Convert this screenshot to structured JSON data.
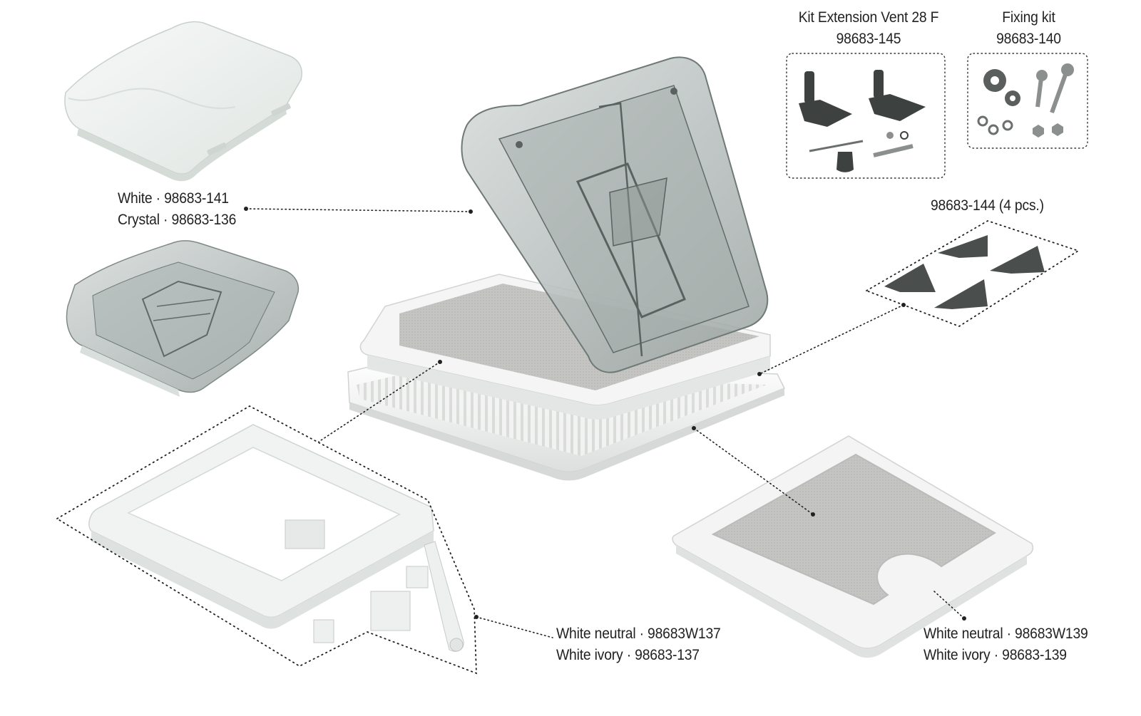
{
  "labels": {
    "cover": {
      "line1": "White · 98683-141",
      "line2": "Crystal · 98683-136"
    },
    "extension_kit": {
      "line1": "Kit Extension Vent 28 F",
      "line2": "98683-145"
    },
    "fixing_kit": {
      "line1": "Fixing kit",
      "line2": "98683-140"
    },
    "brackets": {
      "line1": "98683-144  (4 pcs.)"
    },
    "frame": {
      "line1": "White neutral · 98683W137",
      "line2": "White ivory · 98683-137"
    },
    "inner_frame": {
      "line1": "White neutral · 98683W139",
      "line2": "White ivory · 98683-139"
    }
  },
  "icons": [
    "gear-icon",
    "screw-icon",
    "nut-icon",
    "chain-icon"
  ],
  "colors": {
    "plastic_white": "#eef1ef",
    "tinted_glass": "#b9c2c0",
    "dark_part": "#3d4240",
    "bracket": "#4a4f4d",
    "screen_grey": "#c9cac8"
  }
}
